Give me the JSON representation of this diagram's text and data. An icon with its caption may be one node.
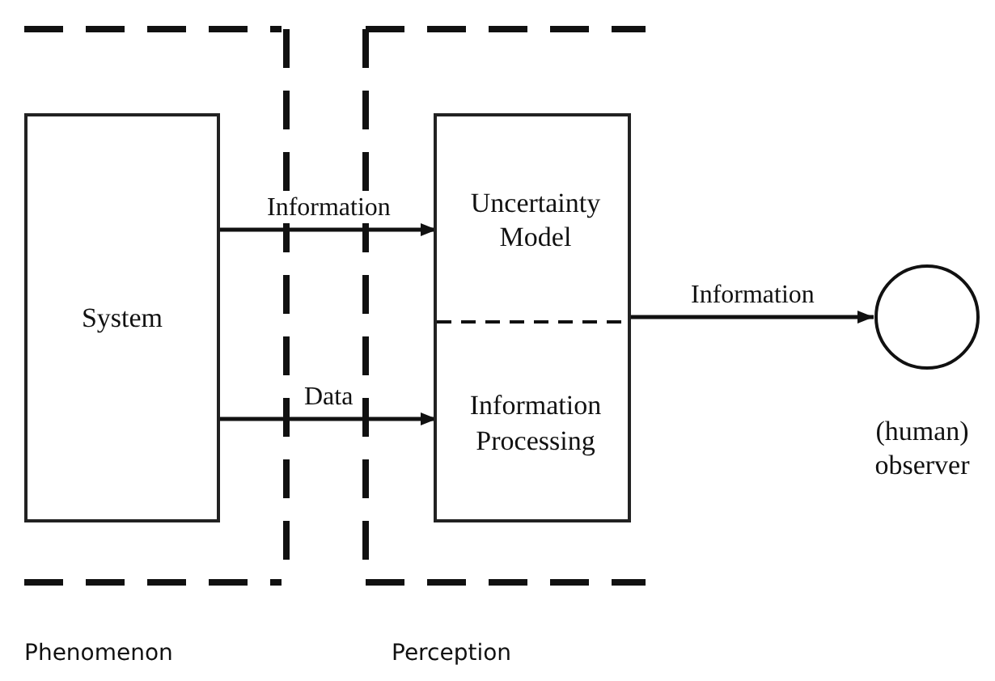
{
  "diagram": {
    "nodes": [
      {
        "text": [
          "Phenomenon"
        ]
      },
      {
        "text": [
          "System"
        ],
        "in": 0
      },
      {
        "text": [
          "Perception"
        ]
      },
      {
        "text": [],
        "shape": "box",
        "in": 2
      },
      {
        "text": [
          "Uncertainty Model"
        ],
        "in": 3
      },
      {
        "text": [
          "Information Processing"
        ],
        "in": 3
      },
      {
        "text": [],
        "shape": "circle",
        "beside": [
          "(human) observer"
        ]
      }
    ],
    "edges": [
      {
        "from": 1,
        "to": 4,
        "arrow": "to",
        "label": "Information"
      },
      {
        "from": 1,
        "to": 5,
        "arrow": "to",
        "label": "Data"
      },
      {
        "from": 3,
        "to": 6,
        "arrow": "to",
        "label": "Information"
      }
    ]
  }
}
